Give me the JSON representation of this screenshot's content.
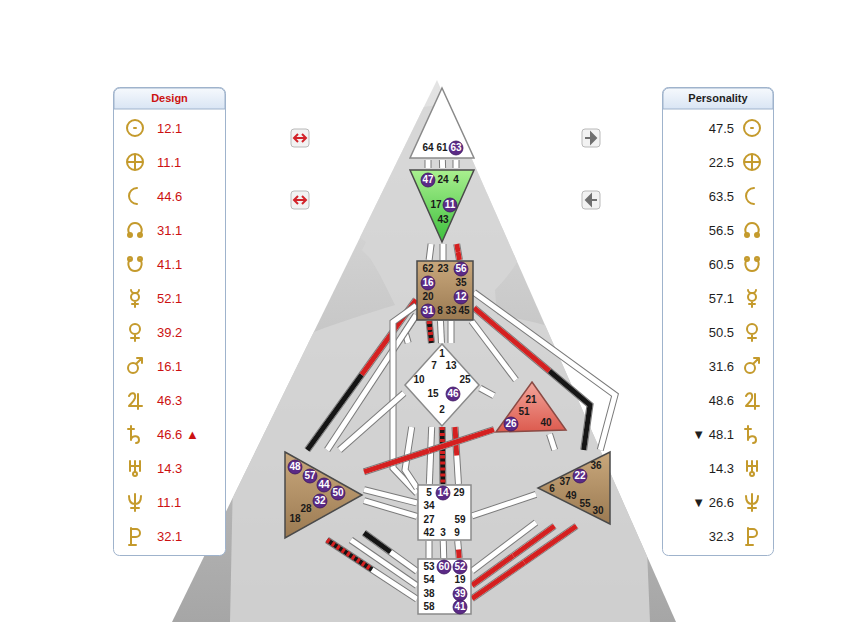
{
  "diagram": {
    "nodes": [
      {
        "text": [
          "Design",
          "12.1",
          "11.1",
          "44.6",
          "31.1",
          "41.1",
          "52.1",
          "39.2",
          "16.1",
          "46.3",
          "46.6 ▲",
          "14.3",
          "11.1",
          "32.1"
        ]
      },
      {
        "text": [
          "Personality",
          "47.5",
          "22.5",
          "63.5",
          "56.5",
          "60.5",
          "57.1",
          "50.5",
          "31.6",
          "48.6",
          "▼ 48.1",
          "14.3",
          "▼ 26.6",
          "32.3"
        ]
      },
      {
        "text": [
          "64",
          "61",
          "63"
        ]
      },
      {
        "text": [
          "47",
          "24",
          "4",
          "17",
          "11",
          "43"
        ]
      },
      {
        "text": [
          "62",
          "23",
          "56",
          "16",
          "35",
          "20",
          "12",
          "31",
          "8",
          "33",
          "45"
        ]
      },
      {
        "text": [
          "1",
          "7",
          "13",
          "10",
          "25",
          "15",
          "46",
          "2"
        ]
      },
      {
        "text": [
          "21",
          "51",
          "26",
          "40"
        ]
      },
      {
        "text": [
          "48",
          "57",
          "44",
          "50",
          "32",
          "28",
          "18"
        ]
      },
      {
        "text": [
          "36",
          "22",
          "37",
          "6",
          "49",
          "55",
          "30"
        ]
      },
      {
        "text": [
          "5",
          "14",
          "29",
          "34",
          "27",
          "59",
          "42",
          "3",
          "9"
        ]
      },
      {
        "text": [
          "53",
          "60",
          "52",
          "54",
          "19",
          "38",
          "39",
          "58",
          "41"
        ]
      }
    ],
    "edges": [
      {
        "from": 2,
        "to": 3,
        "arrow": "none"
      },
      {
        "from": 2,
        "to": 3,
        "arrow": "none"
      },
      {
        "from": 2,
        "to": 3,
        "arrow": "none"
      },
      {
        "from": 3,
        "to": 4,
        "arrow": "none"
      },
      {
        "from": 3,
        "to": 4,
        "arrow": "none"
      },
      {
        "from": 3,
        "to": 4,
        "arrow": "none"
      },
      {
        "from": 4,
        "to": 5,
        "arrow": "none"
      },
      {
        "from": 4,
        "to": 5,
        "arrow": "none"
      },
      {
        "from": 4,
        "to": 5,
        "arrow": "none"
      },
      {
        "from": 4,
        "to": 5,
        "arrow": "none"
      },
      {
        "from": 4,
        "to": 6,
        "arrow": "none"
      },
      {
        "from": 4,
        "to": 8,
        "arrow": "none"
      },
      {
        "from": 4,
        "to": 8,
        "arrow": "none"
      },
      {
        "from": 4,
        "to": 7,
        "arrow": "none"
      },
      {
        "from": 4,
        "to": 7,
        "arrow": "none"
      },
      {
        "from": 4,
        "to": 9,
        "arrow": "none"
      },
      {
        "from": 5,
        "to": 6,
        "arrow": "none"
      },
      {
        "from": 5,
        "to": 9,
        "arrow": "none"
      },
      {
        "from": 5,
        "to": 9,
        "arrow": "none"
      },
      {
        "from": 5,
        "to": 9,
        "arrow": "none"
      },
      {
        "from": 5,
        "to": 9,
        "arrow": "none"
      },
      {
        "from": 5,
        "to": 7,
        "arrow": "none"
      },
      {
        "from": 6,
        "to": 7,
        "arrow": "none"
      },
      {
        "from": 6,
        "to": 8,
        "arrow": "none"
      },
      {
        "from": 7,
        "to": 9,
        "arrow": "none"
      },
      {
        "from": 7,
        "to": 9,
        "arrow": "none"
      },
      {
        "from": 8,
        "to": 9,
        "arrow": "none"
      },
      {
        "from": 7,
        "to": 10,
        "arrow": "none"
      },
      {
        "from": 7,
        "to": 10,
        "arrow": "none"
      },
      {
        "from": 7,
        "to": 10,
        "arrow": "none"
      },
      {
        "from": 8,
        "to": 10,
        "arrow": "none"
      },
      {
        "from": 8,
        "to": 10,
        "arrow": "none"
      },
      {
        "from": 8,
        "to": 10,
        "arrow": "none"
      },
      {
        "from": 9,
        "to": 10,
        "arrow": "none"
      },
      {
        "from": 9,
        "to": 10,
        "arrow": "none"
      },
      {
        "from": 9,
        "to": 10,
        "arrow": "none"
      }
    ]
  }
}
